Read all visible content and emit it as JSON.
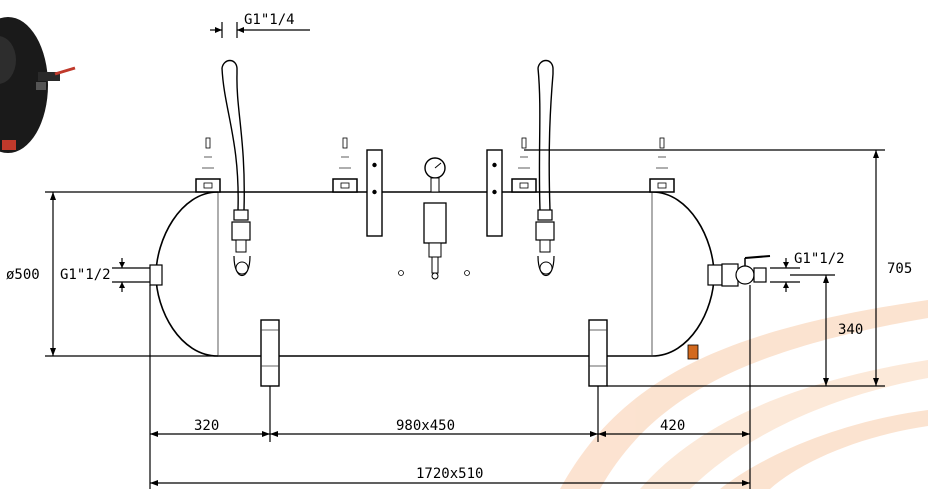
{
  "dimensions": {
    "inlet_top": "G1\"1/4",
    "diameter": "ø500",
    "inlet_left": "G1\"1/2",
    "outlet_right": "G1\"1/2",
    "total_height": "705",
    "outlet_height": "340",
    "left_offset": "320",
    "foot_spacing": "980x450",
    "right_offset": "420",
    "overall_length": "1720x510"
  },
  "colors": {
    "line": "#000000",
    "watermark": "#f5b07a",
    "tank_fill": "#ffffff",
    "drain_valve": "#d2691e",
    "photo_dark": "#1a1a1a",
    "photo_red": "#c0392b"
  },
  "icons": {
    "pressure_gauge": "gauge-icon",
    "ball_valve": "valve-icon",
    "photo": "tank-photo-thumbnail"
  }
}
